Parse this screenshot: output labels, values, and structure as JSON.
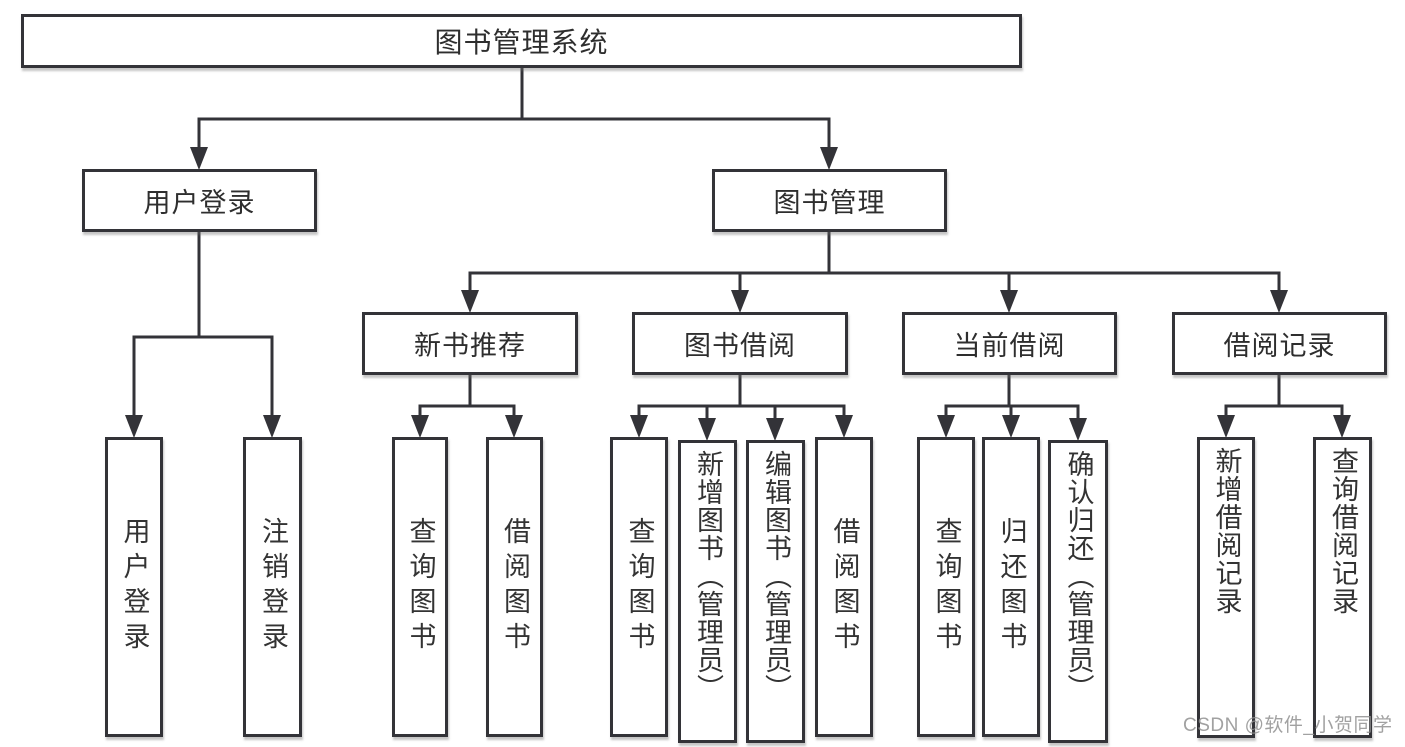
{
  "diagram_title": "图书管理系统",
  "watermark": "CSDN @软件_小贺同学",
  "colors": {
    "line": "#333338",
    "text": "#2e2e2e",
    "box_background": "#ffffff",
    "page_background": "#ffffff",
    "watermark": "#919191"
  },
  "nodes": {
    "root": {
      "label": "图书管理系统"
    },
    "user_login": {
      "label": "用户登录"
    },
    "book_mgmt": {
      "label": "图书管理"
    },
    "new_rec": {
      "label": "新书推荐"
    },
    "book_borrow": {
      "label": "图书借阅"
    },
    "cur_borrow": {
      "label": "当前借阅"
    },
    "borrow_rec": {
      "label": "借阅记录"
    },
    "login_leaf": {
      "label": "用户登录"
    },
    "logout_leaf": {
      "label": "注销登录"
    },
    "nr_query": {
      "label": "查询图书"
    },
    "nr_borrow": {
      "label": "借阅图书"
    },
    "bb_query": {
      "label": "查询图书"
    },
    "bb_add": {
      "label": "新增图书（管理员）"
    },
    "bb_edit": {
      "label": "编辑图书（管理员）"
    },
    "bb_borrow": {
      "label": "借阅图书"
    },
    "cb_query": {
      "label": "查询图书"
    },
    "cb_return": {
      "label": "归还图书"
    },
    "cb_confirm": {
      "label": "确认归还（管理员）"
    },
    "rec_add": {
      "label": "新增借阅记录"
    },
    "rec_query": {
      "label": "查询借阅记录"
    }
  },
  "structure": {
    "root": "图书管理系统",
    "children": [
      {
        "label": "用户登录",
        "children": [
          "用户登录",
          "注销登录"
        ]
      },
      {
        "label": "图书管理",
        "children": [
          {
            "label": "新书推荐",
            "children": [
              "查询图书",
              "借阅图书"
            ]
          },
          {
            "label": "图书借阅",
            "children": [
              "查询图书",
              "新增图书（管理员）",
              "编辑图书（管理员）",
              "借阅图书"
            ]
          },
          {
            "label": "当前借阅",
            "children": [
              "查询图书",
              "归还图书",
              "确认归还（管理员）"
            ]
          },
          {
            "label": "借阅记录",
            "children": [
              "新增借阅记录",
              "查询借阅记录"
            ]
          }
        ]
      }
    ]
  }
}
